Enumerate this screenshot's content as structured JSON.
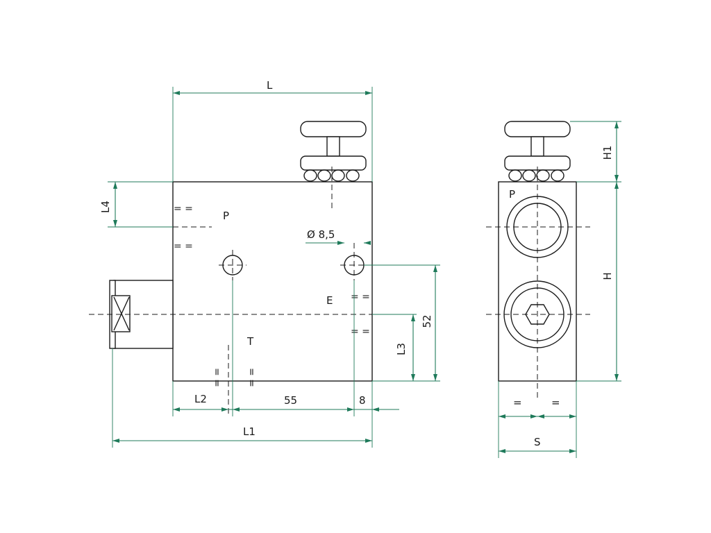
{
  "front_view": {
    "dimensions": {
      "L": "L",
      "L1": "L1",
      "L2": "L2",
      "L3": "L3",
      "L4": "L4",
      "span_55": "55",
      "span_8": "8",
      "height_52": "52",
      "hole_diameter": "Ø 8,5"
    },
    "ports": {
      "P": "P",
      "T": "T",
      "E": "E"
    },
    "equal_mark": "= ="
  },
  "side_view": {
    "dimensions": {
      "H": "H",
      "H1": "H1",
      "S": "S",
      "eq_left": "=",
      "eq_right": "="
    },
    "ports": {
      "P": "P"
    }
  },
  "colors": {
    "dimension": "#1f7a5a",
    "body": "#1a1a1a"
  }
}
